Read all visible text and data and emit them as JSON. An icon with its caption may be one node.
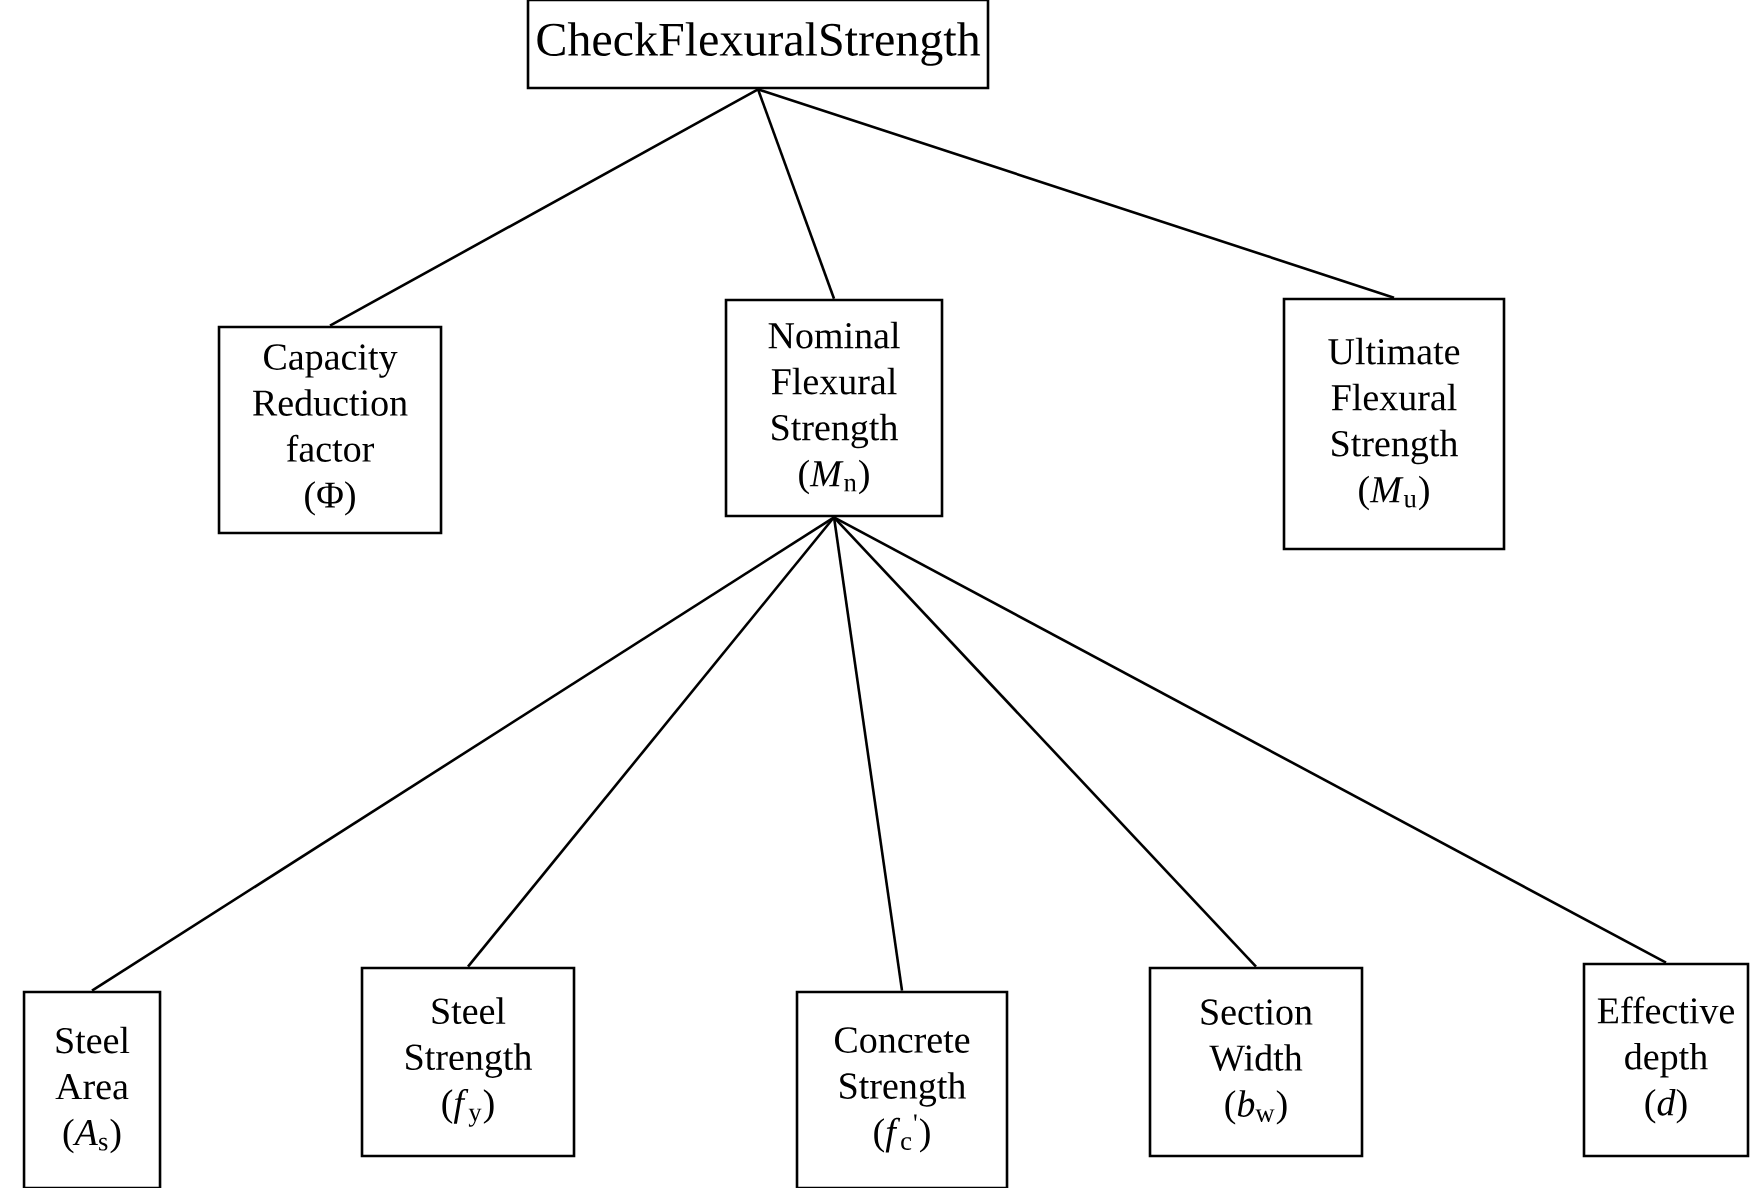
{
  "diagram": {
    "nodes": [
      {
        "text": [
          "CheckFlexuralStrength"
        ]
      },
      {
        "text": [
          "Capacity Reduction factor",
          "(Φ)"
        ]
      },
      {
        "text": [
          "Nominal Flexural Strength",
          "(*M*$_{n}$)"
        ]
      },
      {
        "text": [
          "Ultimate Flexural Strength",
          "(*M*$_{u}$)"
        ]
      },
      {
        "text": [
          "Steel Area",
          "(*A*$_{s}$)"
        ]
      },
      {
        "text": [
          "Steel Strength",
          "(*f*$_{y}$)"
        ]
      },
      {
        "text": [
          "Concrete Strength",
          "(*f*$_{c}$$^{'}$)"
        ]
      },
      {
        "text": [
          "Section Width",
          "(*b*$_{w}$)"
        ]
      },
      {
        "text": [
          "Effective depth",
          "(*d*)"
        ]
      }
    ],
    "edges": [
      {
        "from": 0,
        "to": 1,
        "arrow": "none"
      },
      {
        "from": 0,
        "to": 2,
        "arrow": "none"
      },
      {
        "from": 0,
        "to": 3,
        "arrow": "none"
      },
      {
        "from": 2,
        "to": 4,
        "arrow": "none"
      },
      {
        "from": 2,
        "to": 5,
        "arrow": "none"
      },
      {
        "from": 2,
        "to": 6,
        "arrow": "none"
      },
      {
        "from": 2,
        "to": 7,
        "arrow": "none"
      },
      {
        "from": 2,
        "to": 8,
        "arrow": "none"
      }
    ]
  }
}
